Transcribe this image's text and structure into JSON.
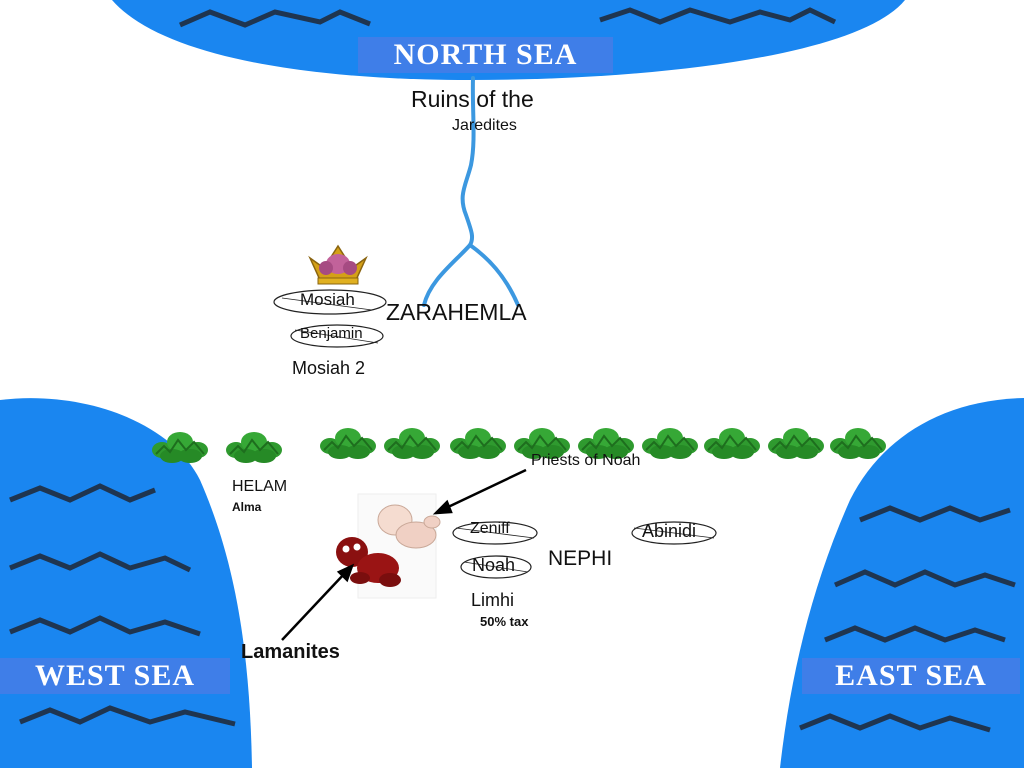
{
  "seas": {
    "north": "NORTH SEA",
    "west": "WEST SEA",
    "east": "EAST SEA"
  },
  "places": {
    "ruins_line1": "Ruins of the",
    "ruins_line2": "Jaredites",
    "zarahemla": "ZARAHEMLA",
    "helam": "HELAM",
    "nephi": "NEPHI"
  },
  "kings_zarahemla": {
    "mosiah": "Mosiah",
    "benjamin": "Benjamin",
    "mosiah2": "Mosiah 2"
  },
  "people_helam": {
    "alma": "Alma"
  },
  "people_nephi": {
    "zeniff": "Zeniff",
    "noah": "Noah",
    "limhi": "Limhi",
    "tax": "50% tax",
    "abinidi": "Abinidi"
  },
  "groups": {
    "priests": "Priests of Noah",
    "lamanites": "Lamanites"
  },
  "colors": {
    "sea": "#1a86f0",
    "sea_label_bg": "#3f7ee8",
    "river": "#3c98e0",
    "forest": "#2f9a2f",
    "crown": "#d4a017"
  },
  "icons": {
    "crown": "crown-icon",
    "forest": "forest-tree-icon",
    "wave": "wave-icon",
    "babies": "babies-icon"
  }
}
